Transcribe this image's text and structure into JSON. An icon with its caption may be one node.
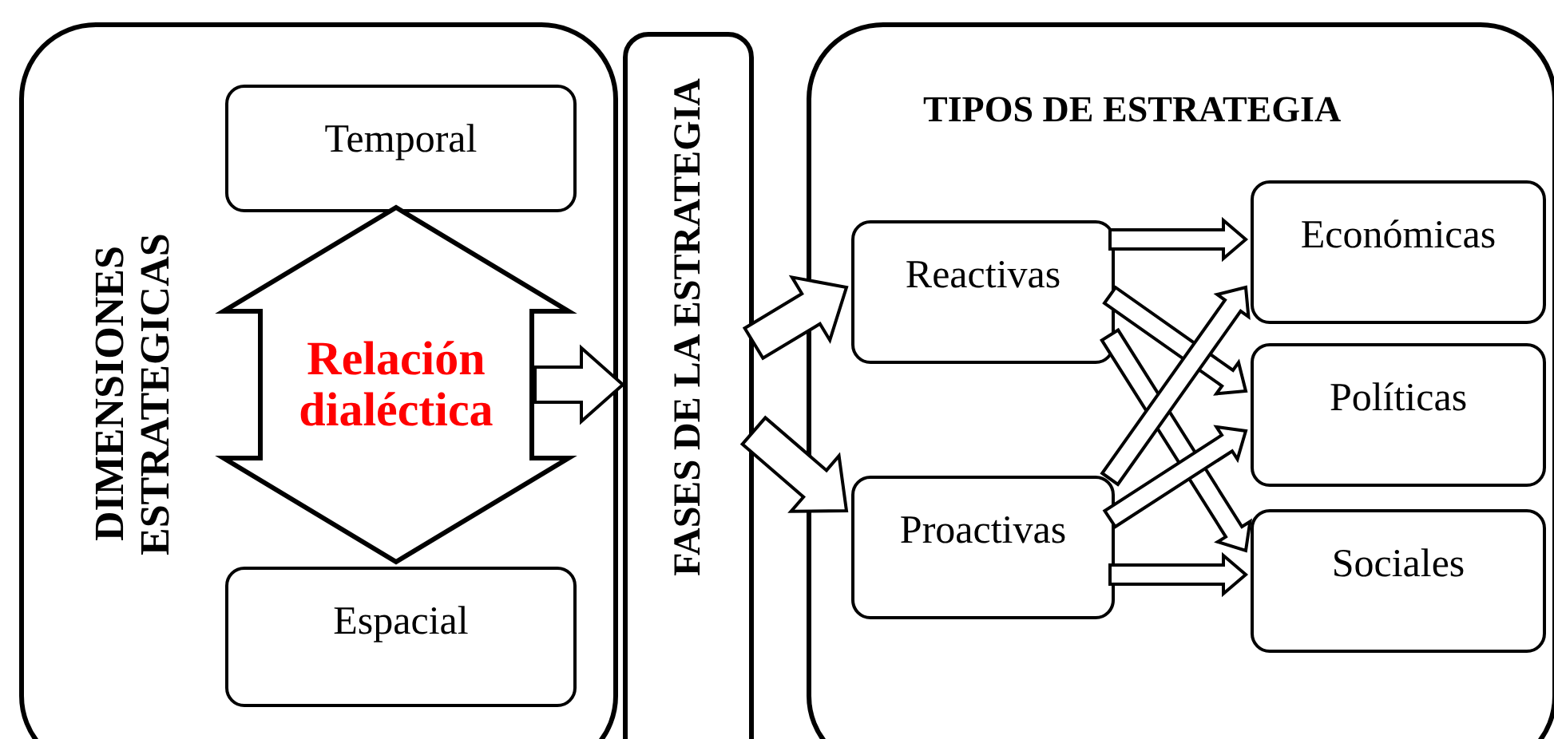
{
  "diagram": {
    "nodes": [
      {
        "text": [
          "DIMENSIONES ESTRATEGICAS"
        ]
      },
      {
        "text": [
          "Temporal"
        ],
        "in": 0
      },
      {
        "text": [
          "Espacial"
        ],
        "in": 0
      },
      {
        "text": [
          "FASES DE LA ESTRATEGIA"
        ]
      },
      {
        "text": [
          "TIPOS DE ESTRATEGIA"
        ]
      },
      {
        "text": [
          "Reactivas"
        ],
        "in": 4
      },
      {
        "text": [
          "Proactivas"
        ],
        "in": 4
      },
      {
        "text": [
          "Económicas"
        ],
        "in": 4
      },
      {
        "text": [
          "Políticas"
        ],
        "in": 4
      },
      {
        "text": [
          "Sociales"
        ],
        "in": 4
      }
    ],
    "edges": [
      {
        "from": 1,
        "to": 2,
        "arrow": "both",
        "label": "Relación dialéctica"
      },
      {
        "from": null,
        "to": 3,
        "arrow": "to"
      },
      {
        "from": 3,
        "to": 5,
        "arrow": "to"
      },
      {
        "from": 3,
        "to": 6,
        "arrow": "to"
      },
      {
        "from": 5,
        "to": 7,
        "arrow": "to"
      },
      {
        "from": 5,
        "to": 8,
        "arrow": "to"
      },
      {
        "from": 5,
        "to": 9,
        "arrow": "to"
      },
      {
        "from": 6,
        "to": 7,
        "arrow": "to"
      },
      {
        "from": 6,
        "to": 8,
        "arrow": "to"
      },
      {
        "from": 6,
        "to": 9,
        "arrow": "to"
      }
    ]
  }
}
